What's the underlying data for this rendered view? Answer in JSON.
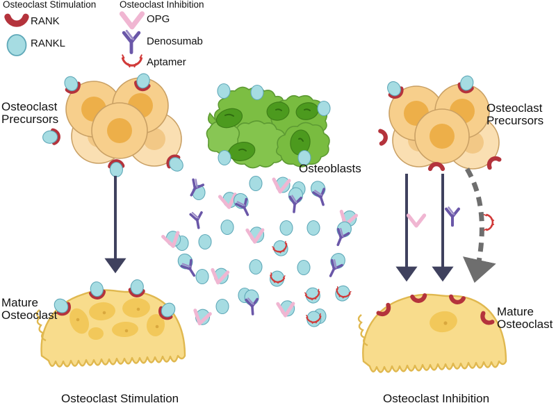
{
  "diagram": {
    "title_implicit": "RANK/RANKL signalling and osteoclast modulation",
    "legend": {
      "stimulation": {
        "heading": "Osteoclast Stimulation",
        "items": [
          {
            "label": "RANK",
            "icon": "rank-receptor-icon",
            "color": "#B4333C"
          },
          {
            "label": "RANKL",
            "icon": "rankl-ligand-icon",
            "color": "#A6DCE2"
          }
        ]
      },
      "inhibition": {
        "heading": "Osteoclast Inhibition",
        "items": [
          {
            "label": "OPG",
            "icon": "opg-decoy-icon",
            "color": "#F3CADD"
          },
          {
            "label": "Denosumab",
            "icon": "denosumab-antibody-icon",
            "color": "#6A57A8"
          },
          {
            "label": "Aptamer",
            "icon": "aptamer-icon",
            "color": "#D13A39"
          }
        ]
      }
    },
    "labels": {
      "precursors_left": "Osteoclast\nPrecursors",
      "precursors_right": "Osteoclast\nPrecursors",
      "osteoblasts": "Osteoblasts",
      "mature_left": "Mature\nOsteoclast",
      "mature_right": "Mature\nOsteoclast",
      "outcome_left": "Osteoclast Stimulation",
      "outcome_right": "Osteoclast Inhibition"
    },
    "colors": {
      "precursor_body": "#F7CF8C",
      "precursor_body_light": "#FADFB2",
      "precursor_nucleus": "#EDAF49",
      "precursor_nucleus_light": "#F2C886",
      "cell_stroke": "#C9A064",
      "osteoblast_body": "#7CBE43",
      "osteoblast_nucleus": "#4C9A1E",
      "osteoblast_stroke": "#5D9A33",
      "osteoclast_body": "#F8DC8C",
      "osteoclast_nucleus": "#F2C85A",
      "osteoclast_stroke": "#E0B84F",
      "rank_red": "#B4333C",
      "rankl_cyan": "#A6DCE2",
      "rankl_stroke": "#5FA8B8",
      "opg_pink": "#F3CADD",
      "opg_stroke": "#E9A8C6",
      "denosumab_purple": "#6A57A8",
      "aptamer_red": "#D13A39",
      "arrow_navy": "#3F415E",
      "arrow_gray": "#6E6E6E"
    },
    "arrows": {
      "left": {
        "kind": "solid",
        "color": "#3F415E",
        "meaning": "differentiation-to-mature-osteoclast"
      },
      "right": [
        {
          "kind": "solid",
          "color": "#3F415E",
          "annotation_icon": "opg-decoy-icon"
        },
        {
          "kind": "solid",
          "color": "#3F415E",
          "annotation_icon": "denosumab-antibody-icon"
        },
        {
          "kind": "dashed",
          "color": "#6E6E6E",
          "annotation_icon": "aptamer-icon"
        }
      ]
    },
    "counts": {
      "mature_left_nuclei": 6,
      "mature_right_nuclei": 1
    }
  }
}
